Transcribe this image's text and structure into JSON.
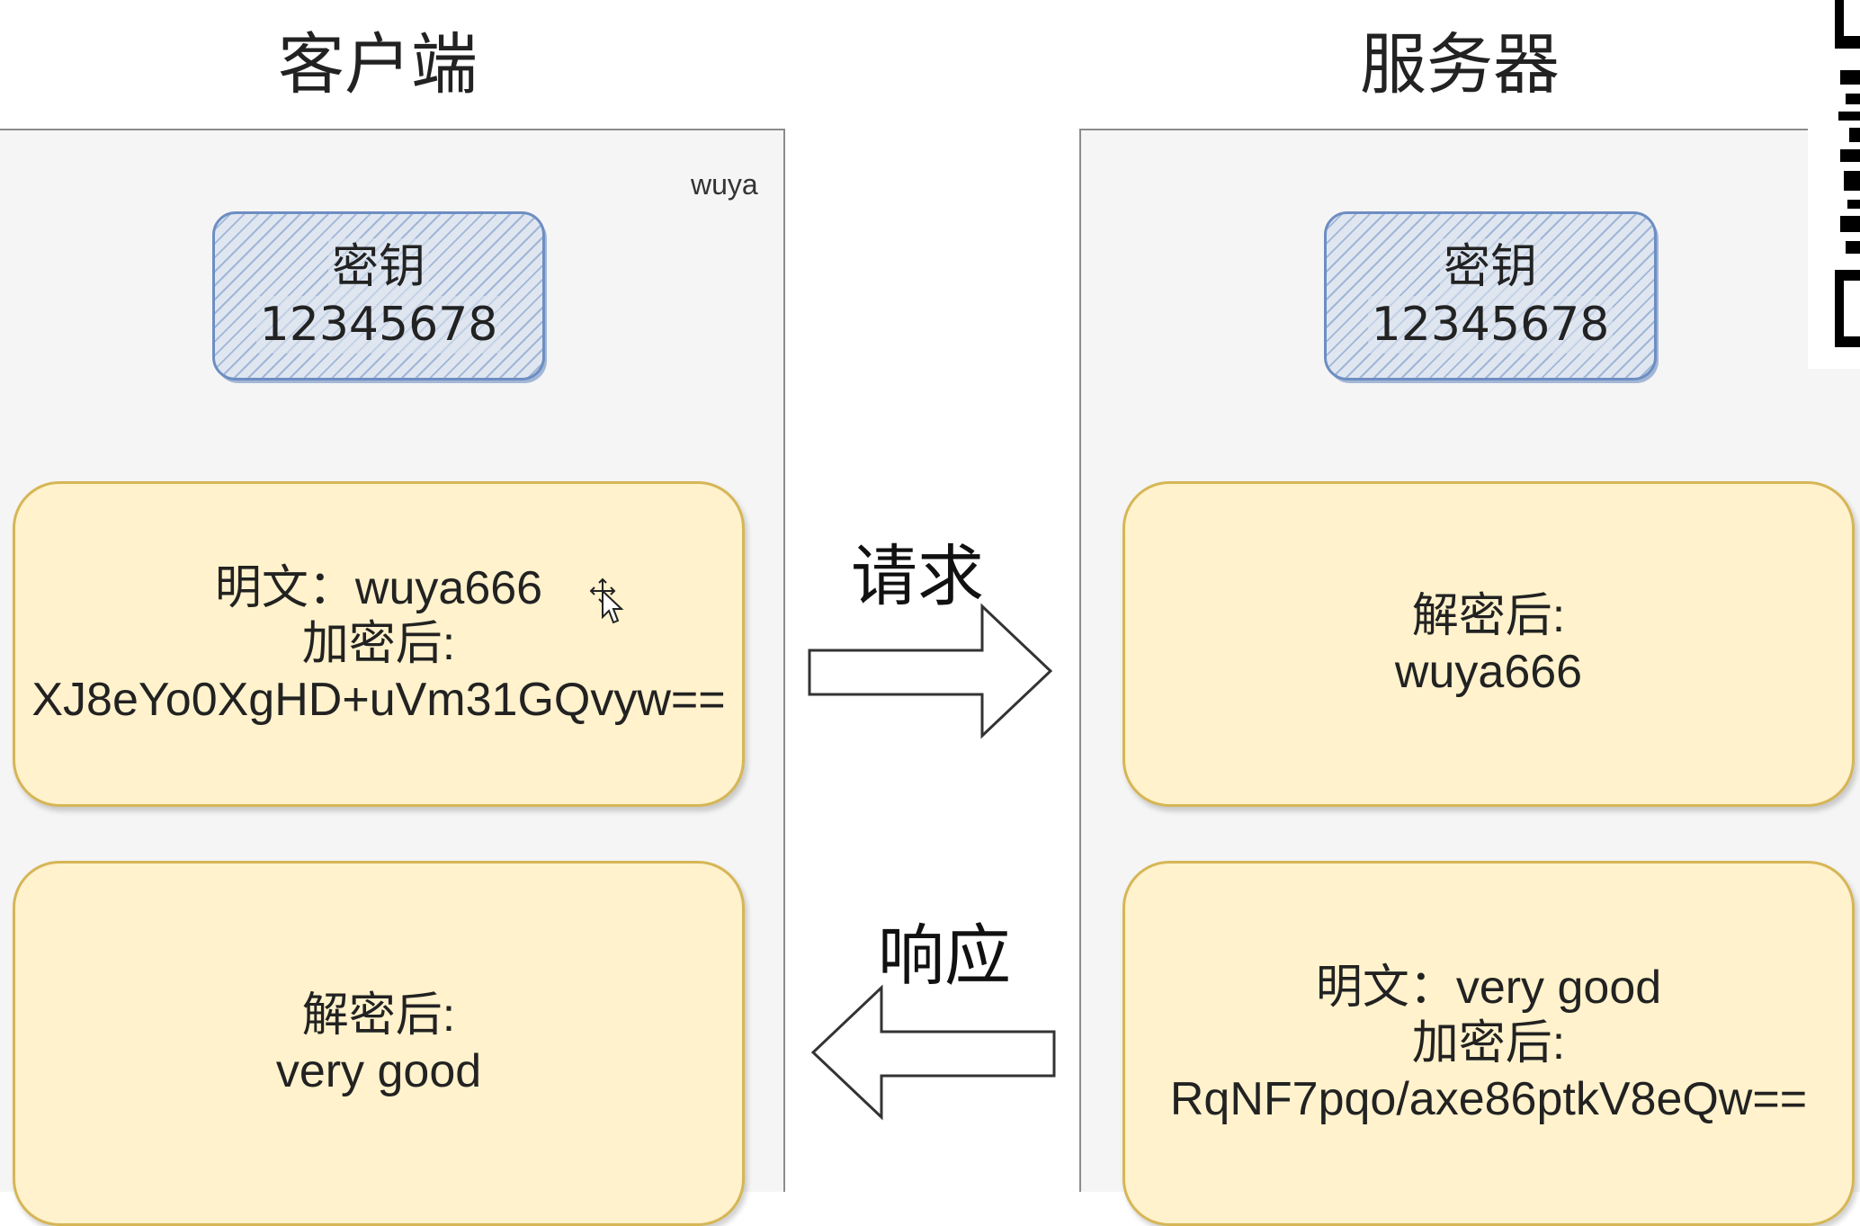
{
  "client": {
    "title": "客户端",
    "watermark": "wuya",
    "key_label": "密钥",
    "key_value": "12345678",
    "request_box": {
      "line1": "明文：wuya666",
      "line2": "加密后:",
      "line3": "XJ8eYo0XgHD+uVm31GQvyw=="
    },
    "response_box": {
      "line1": "解密后:",
      "line2": "very good"
    }
  },
  "server": {
    "title": "服务器",
    "key_label": "密钥",
    "key_value": "12345678",
    "request_box": {
      "line1": "解密后:",
      "line2": "wuya666"
    },
    "response_box": {
      "line1": "明文：very good",
      "line2": "加密后:",
      "line3": "RqNF7pqo/axe86ptkV8eQw=="
    }
  },
  "arrows": {
    "request_label": "请求",
    "response_label": "响应"
  },
  "colors": {
    "panel_bg": "#f5f5f5",
    "key_stroke": "#6d8ec2",
    "message_fill": "#fff2cc",
    "message_stroke": "#d6b656"
  }
}
